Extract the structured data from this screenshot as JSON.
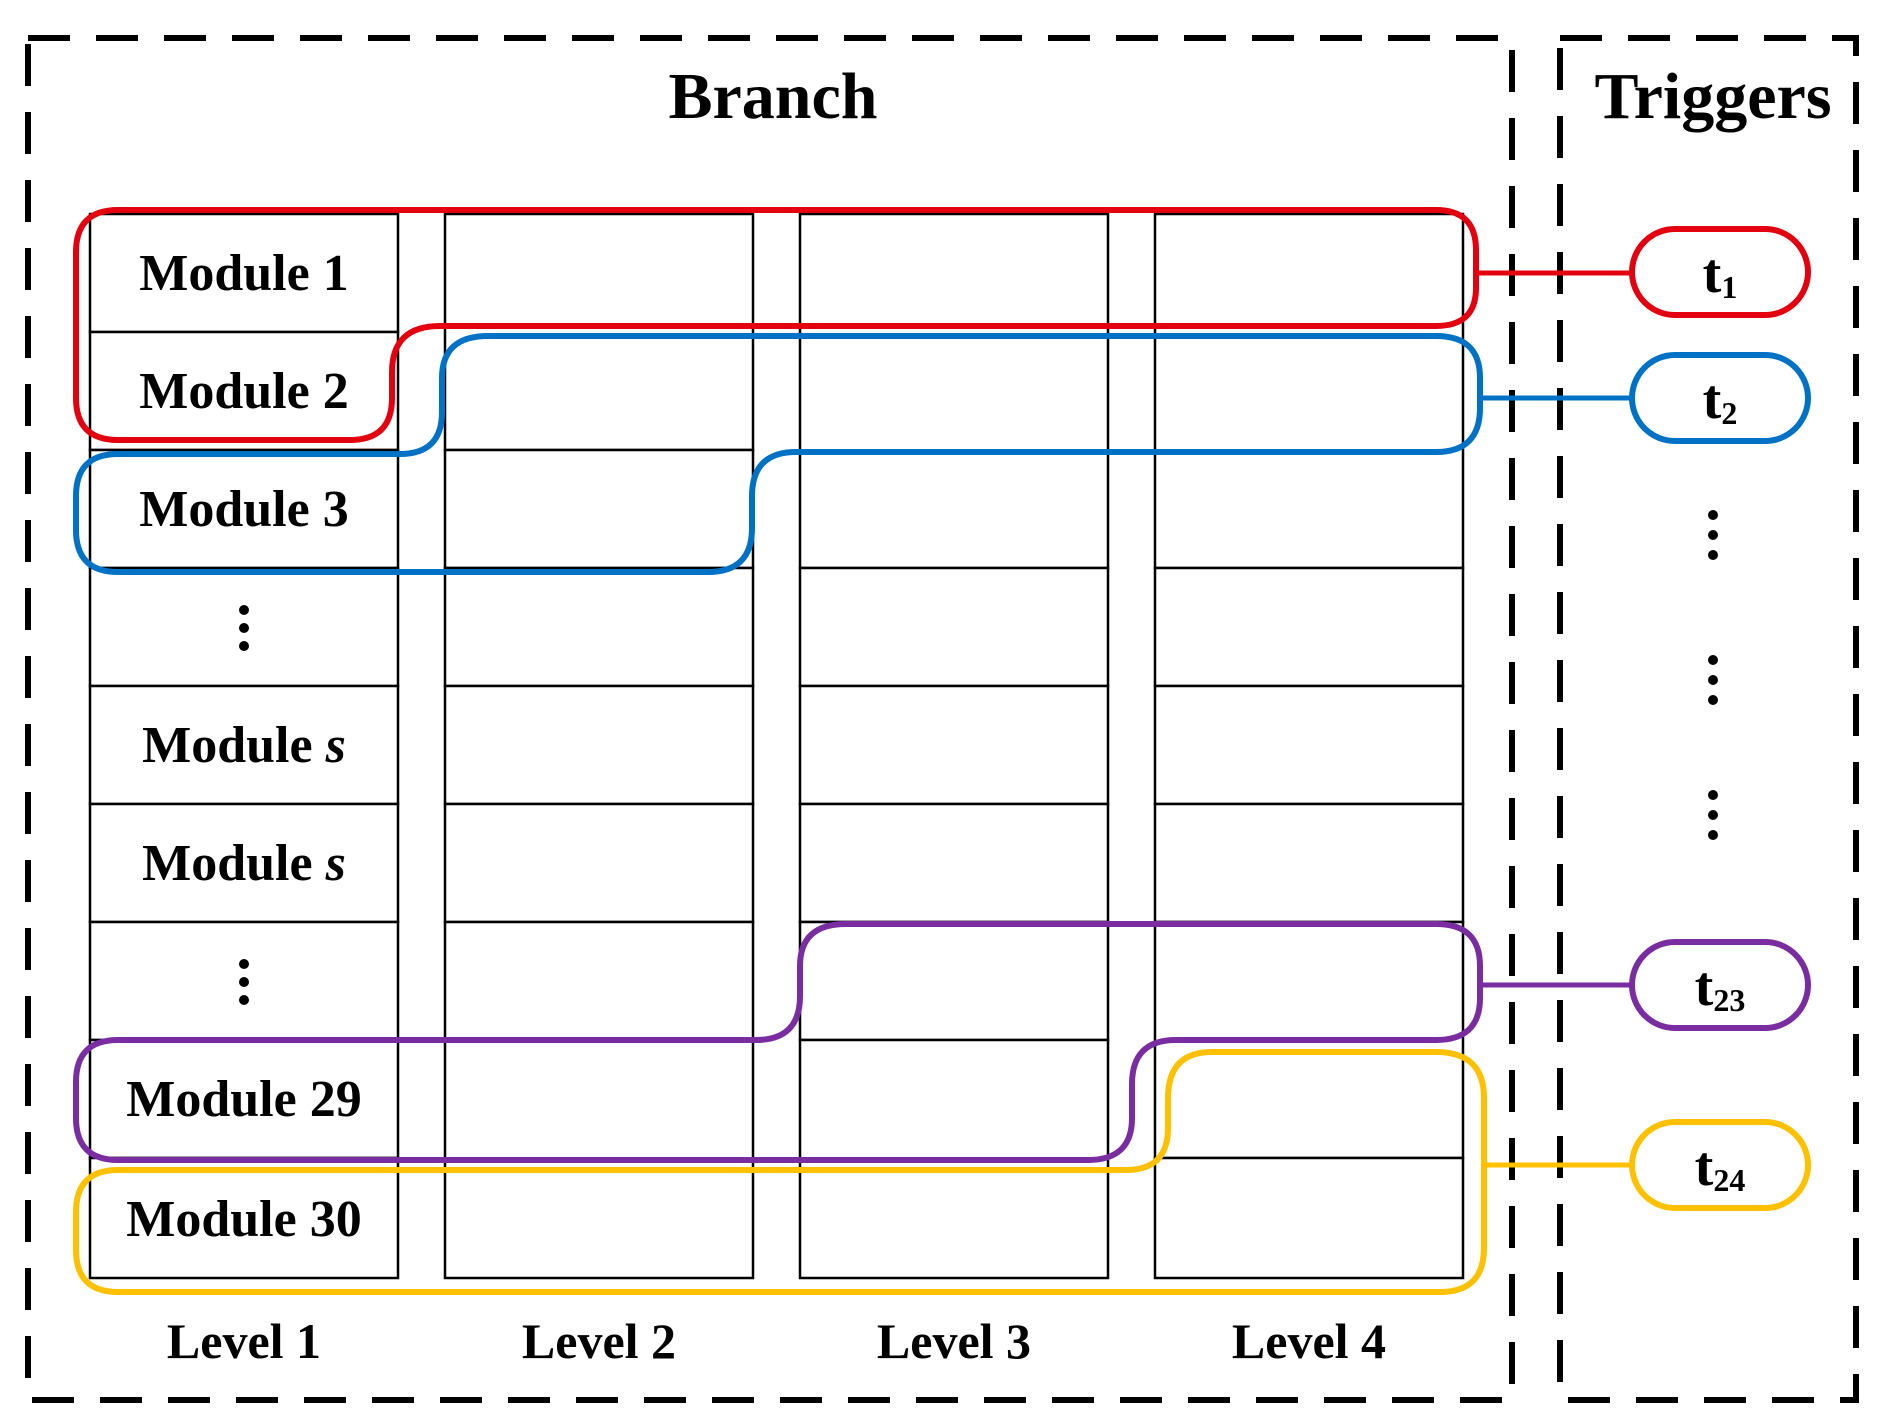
{
  "branch": {
    "title": "Branch"
  },
  "triggers_panel": {
    "title": "Triggers"
  },
  "levels": [
    "Level 1",
    "Level 2",
    "Level 3",
    "Level 4"
  ],
  "modules": [
    {
      "prefix": "Module",
      "suffix": "1",
      "italic": false
    },
    {
      "prefix": "Module",
      "suffix": "2",
      "italic": false
    },
    {
      "prefix": "Module",
      "suffix": "3",
      "italic": false
    },
    {
      "prefix": "",
      "suffix": "",
      "ellipsis": true
    },
    {
      "prefix": "Module",
      "suffix": "s",
      "italic": true
    },
    {
      "prefix": "Module",
      "suffix": "s",
      "italic": true
    },
    {
      "prefix": "",
      "suffix": "",
      "ellipsis": true
    },
    {
      "prefix": "Module",
      "suffix": "29",
      "italic": false
    },
    {
      "prefix": "Module",
      "suffix": "30",
      "italic": false
    }
  ],
  "triggers": [
    {
      "base": "t",
      "sub": "1",
      "color": "#e3000f"
    },
    {
      "base": "t",
      "sub": "2",
      "color": "#0072c6"
    },
    {
      "base": "t",
      "sub": "23",
      "color": "#7a2da0"
    },
    {
      "base": "t",
      "sub": "24",
      "color": "#ffc000"
    }
  ],
  "colors": {
    "t1": "#e3000f",
    "t2": "#0072c6",
    "t23": "#7a2da0",
    "t24": "#ffc000",
    "line": "#000000"
  }
}
